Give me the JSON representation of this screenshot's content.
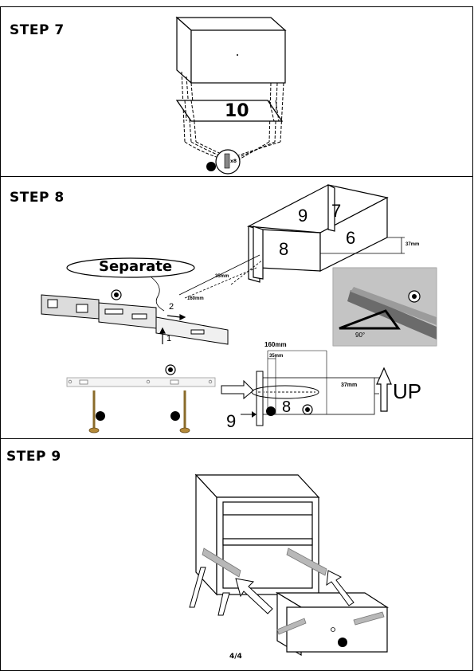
{
  "steps": {
    "step7": {
      "label": "STEP 7",
      "panel_number": "10",
      "part_circle": "",
      "count": "x8"
    },
    "step8": {
      "label": "STEP 8",
      "separate_label": "Separate",
      "slide_part": "",
      "arrow_1": "1",
      "arrow_2": "2",
      "dim_35": "35mm",
      "dim_160": "160mm",
      "dim_37": "37mm",
      "panel_9": "9",
      "panel_7": "7",
      "panel_8": "8",
      "panel_6": "6",
      "angle": "90°",
      "up_label": "UP",
      "detail_dim_160": "160mm",
      "detail_dim_35": "35mm",
      "detail_dim_37": "37mm",
      "detail_panel_8": "8",
      "detail_panel_9": "9"
    },
    "step9": {
      "label": "STEP 9"
    }
  },
  "footer": {
    "page": "4/4"
  }
}
